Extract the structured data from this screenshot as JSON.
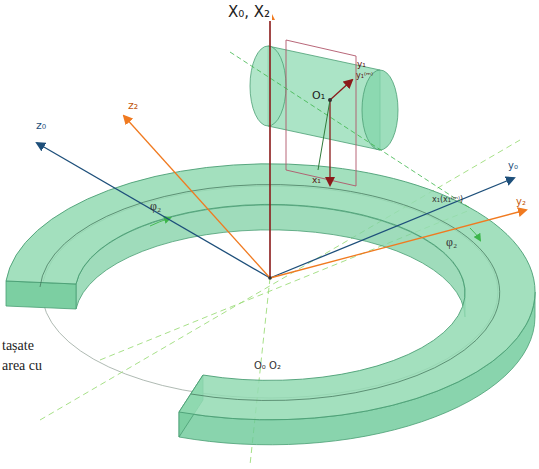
{
  "diagram": {
    "labels": [
      "X₀, X₂",
      "y₁",
      "y₁⁽ᵐ⁾",
      "O₁",
      "x₁",
      "x₁(x₁⁽ᵐ⁾)",
      "z₀",
      "z₂",
      "φ₂",
      "φ₂",
      "y₀",
      "y₂",
      "O₀ O₂",
      "tașate",
      "area cu"
    ]
  }
}
